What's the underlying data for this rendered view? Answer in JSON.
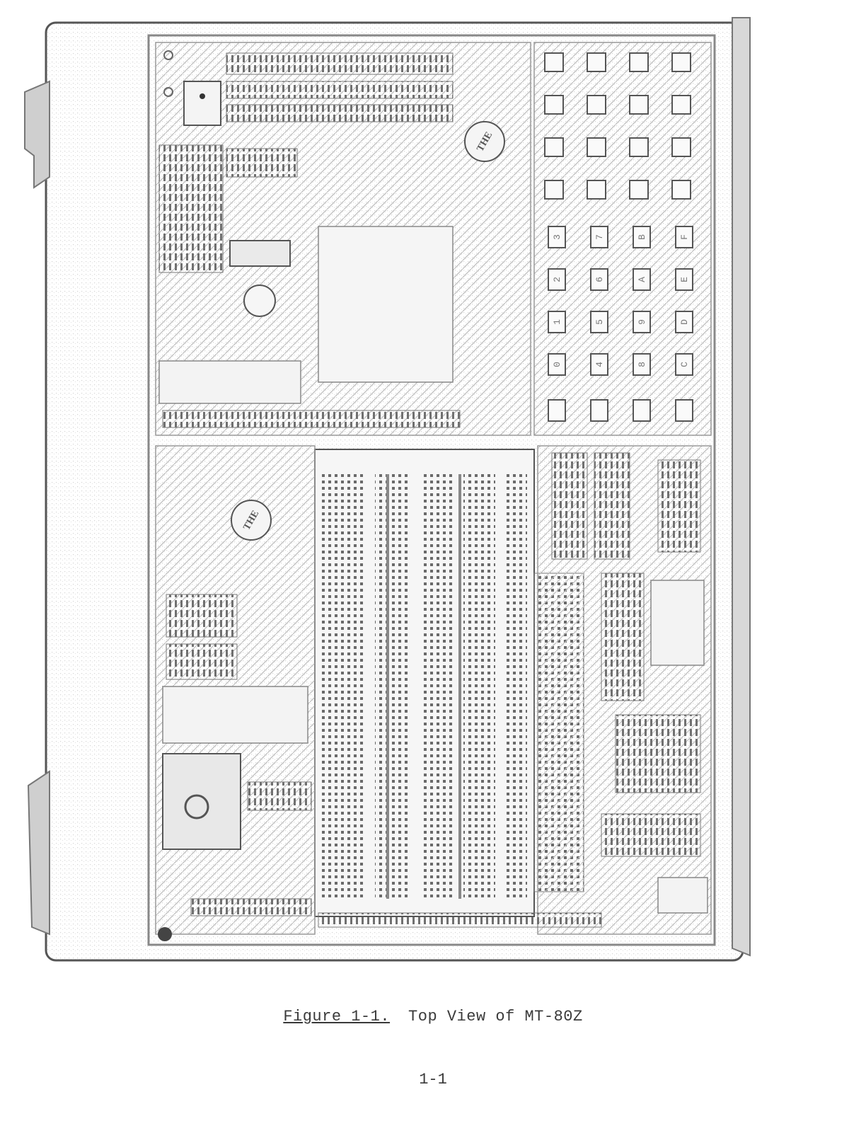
{
  "figure": {
    "label": "Figure 1-1.",
    "title": "Top View of MT-80Z",
    "emblem_text": "THE",
    "keypad_keys": [
      "3",
      "7",
      "B",
      "F",
      "2",
      "6",
      "A",
      "E",
      "1",
      "5",
      "9",
      "D",
      "0",
      "4",
      "8",
      "C"
    ]
  },
  "page_number": "1-1"
}
